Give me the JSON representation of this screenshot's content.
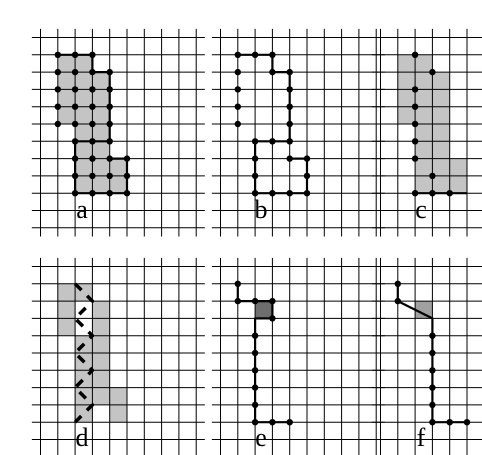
{
  "colors": {
    "background": "#ffffff",
    "grid": "#000000",
    "region_fill": "#c4c4c4",
    "outline": "#000000",
    "node": "#000000",
    "removed_fill": "#ffffff",
    "dark_cell": "#6e6e6e",
    "mid_cell": "#a0a0a0"
  },
  "panels": [
    {
      "id": "a",
      "label": "a",
      "cells": [
        [
          0,
          0
        ],
        [
          1,
          0
        ],
        [
          0,
          1
        ],
        [
          1,
          1
        ],
        [
          2,
          1
        ],
        [
          0,
          2
        ],
        [
          1,
          2
        ],
        [
          2,
          2
        ],
        [
          0,
          3
        ],
        [
          1,
          3
        ],
        [
          2,
          3
        ],
        [
          1,
          4
        ],
        [
          2,
          4
        ],
        [
          1,
          5
        ],
        [
          2,
          5
        ],
        [
          1,
          6
        ],
        [
          2,
          6
        ],
        [
          3,
          6
        ],
        [
          1,
          7
        ],
        [
          2,
          7
        ],
        [
          3,
          7
        ]
      ],
      "outline": [
        [
          0,
          0
        ],
        [
          2,
          0
        ],
        [
          2,
          1
        ],
        [
          3,
          1
        ],
        [
          3,
          5
        ],
        [
          1,
          5
        ],
        [
          1,
          8
        ],
        [
          4,
          8
        ],
        [
          4,
          6
        ],
        [
          3,
          6
        ]
      ],
      "nodes": [
        [
          0,
          0
        ],
        [
          1,
          0
        ],
        [
          2,
          0
        ],
        [
          0,
          1
        ],
        [
          1,
          1
        ],
        [
          2,
          1
        ],
        [
          3,
          1
        ],
        [
          0,
          2
        ],
        [
          1,
          2
        ],
        [
          2,
          2
        ],
        [
          3,
          2
        ],
        [
          0,
          3
        ],
        [
          1,
          3
        ],
        [
          2,
          3
        ],
        [
          3,
          3
        ],
        [
          0,
          4
        ],
        [
          1,
          4
        ],
        [
          2,
          4
        ],
        [
          3,
          4
        ],
        [
          1,
          5
        ],
        [
          2,
          5
        ],
        [
          3,
          5
        ],
        [
          1,
          6
        ],
        [
          2,
          6
        ],
        [
          3,
          6
        ],
        [
          4,
          6
        ],
        [
          1,
          7
        ],
        [
          2,
          7
        ],
        [
          3,
          7
        ],
        [
          4,
          7
        ],
        [
          1,
          8
        ],
        [
          2,
          8
        ],
        [
          3,
          8
        ],
        [
          4,
          8
        ]
      ]
    },
    {
      "id": "b",
      "label": "b",
      "cells": [],
      "outline": [
        [
          0,
          0
        ],
        [
          2,
          0
        ],
        [
          2,
          1
        ],
        [
          3,
          1
        ],
        [
          3,
          5
        ],
        [
          1,
          5
        ],
        [
          1,
          8
        ],
        [
          4,
          8
        ],
        [
          4,
          6
        ],
        [
          3,
          6
        ]
      ],
      "nodes": [
        [
          0,
          0
        ],
        [
          1,
          0
        ],
        [
          2,
          0
        ],
        [
          2,
          1
        ],
        [
          3,
          1
        ],
        [
          0,
          1
        ],
        [
          0,
          2
        ],
        [
          3,
          2
        ],
        [
          0,
          3
        ],
        [
          3,
          3
        ],
        [
          0,
          4
        ],
        [
          3,
          4
        ],
        [
          1,
          5
        ],
        [
          2,
          5
        ],
        [
          3,
          5
        ],
        [
          1,
          6
        ],
        [
          3,
          6
        ],
        [
          4,
          6
        ],
        [
          1,
          7
        ],
        [
          4,
          7
        ],
        [
          1,
          8
        ],
        [
          2,
          8
        ],
        [
          3,
          8
        ],
        [
          4,
          8
        ]
      ]
    },
    {
      "id": "c",
      "label": "c",
      "cells": [
        [
          0,
          0
        ],
        [
          1,
          0
        ],
        [
          0,
          1
        ],
        [
          1,
          1
        ],
        [
          2,
          1
        ],
        [
          0,
          2
        ],
        [
          1,
          2
        ],
        [
          2,
          2
        ],
        [
          0,
          3
        ],
        [
          1,
          3
        ],
        [
          2,
          3
        ],
        [
          1,
          4
        ],
        [
          2,
          4
        ],
        [
          1,
          5
        ],
        [
          2,
          5
        ],
        [
          1,
          6
        ],
        [
          2,
          6
        ],
        [
          3,
          6
        ],
        [
          1,
          7
        ],
        [
          2,
          7
        ],
        [
          3,
          7
        ]
      ],
      "outline": [
        [
          1,
          8
        ],
        [
          4,
          8
        ]
      ],
      "nodes": [
        [
          1,
          0
        ],
        [
          2,
          1
        ],
        [
          1,
          2
        ],
        [
          1,
          3
        ],
        [
          1,
          4
        ],
        [
          1,
          5
        ],
        [
          1,
          6
        ],
        [
          2,
          7
        ],
        [
          1,
          8
        ],
        [
          2,
          8
        ],
        [
          3,
          8
        ]
      ]
    },
    {
      "id": "d",
      "label": "d",
      "cells": [
        [
          0,
          0
        ],
        [
          1,
          0
        ],
        [
          0,
          1
        ],
        [
          2,
          1
        ],
        [
          0,
          2
        ],
        [
          2,
          2
        ],
        [
          1,
          3
        ],
        [
          2,
          3
        ],
        [
          1,
          4
        ],
        [
          2,
          4
        ],
        [
          1,
          5
        ],
        [
          2,
          5
        ],
        [
          1,
          6
        ],
        [
          2,
          6
        ],
        [
          3,
          6
        ],
        [
          1,
          7
        ],
        [
          3,
          7
        ]
      ],
      "removed": [
        [
          1,
          1
        ],
        [
          1,
          2
        ],
        [
          0,
          3
        ],
        [
          2,
          7
        ]
      ],
      "outline": [
        [
          1,
          0
        ],
        [
          2,
          1
        ],
        [
          1,
          2
        ],
        [
          2,
          3
        ],
        [
          1,
          4
        ],
        [
          2,
          5
        ],
        [
          1,
          6
        ],
        [
          2,
          7
        ],
        [
          1,
          8
        ]
      ],
      "nodes": []
    },
    {
      "id": "e",
      "label": "e",
      "cells": [],
      "dark_cells": [
        [
          1,
          1
        ]
      ],
      "outline": [
        [
          0,
          0
        ],
        [
          0,
          1
        ],
        [
          2,
          1
        ],
        [
          2,
          2
        ],
        [
          1,
          2
        ],
        [
          1,
          3
        ],
        [
          1,
          8
        ],
        [
          3,
          8
        ]
      ],
      "nodes": [
        [
          0,
          0
        ],
        [
          0,
          1
        ],
        [
          1,
          1
        ],
        [
          2,
          1
        ],
        [
          2,
          2
        ],
        [
          1,
          3
        ],
        [
          1,
          4
        ],
        [
          1,
          5
        ],
        [
          1,
          6
        ],
        [
          1,
          7
        ],
        [
          1,
          8
        ],
        [
          2,
          8
        ],
        [
          3,
          8
        ]
      ]
    },
    {
      "id": "f",
      "label": "f",
      "cells": [],
      "mid_cells": [
        [
          1,
          1
        ]
      ],
      "outline": [
        [
          0,
          0
        ],
        [
          0,
          1
        ],
        [
          2,
          2
        ],
        [
          2,
          3
        ],
        [
          2,
          8
        ],
        [
          4,
          8
        ]
      ],
      "nodes": [
        [
          0,
          0
        ],
        [
          0,
          1
        ],
        [
          2,
          3
        ],
        [
          2,
          4
        ],
        [
          2,
          5
        ],
        [
          2,
          6
        ],
        [
          2,
          7
        ],
        [
          2,
          8
        ],
        [
          3,
          8
        ],
        [
          4,
          8
        ]
      ]
    }
  ]
}
